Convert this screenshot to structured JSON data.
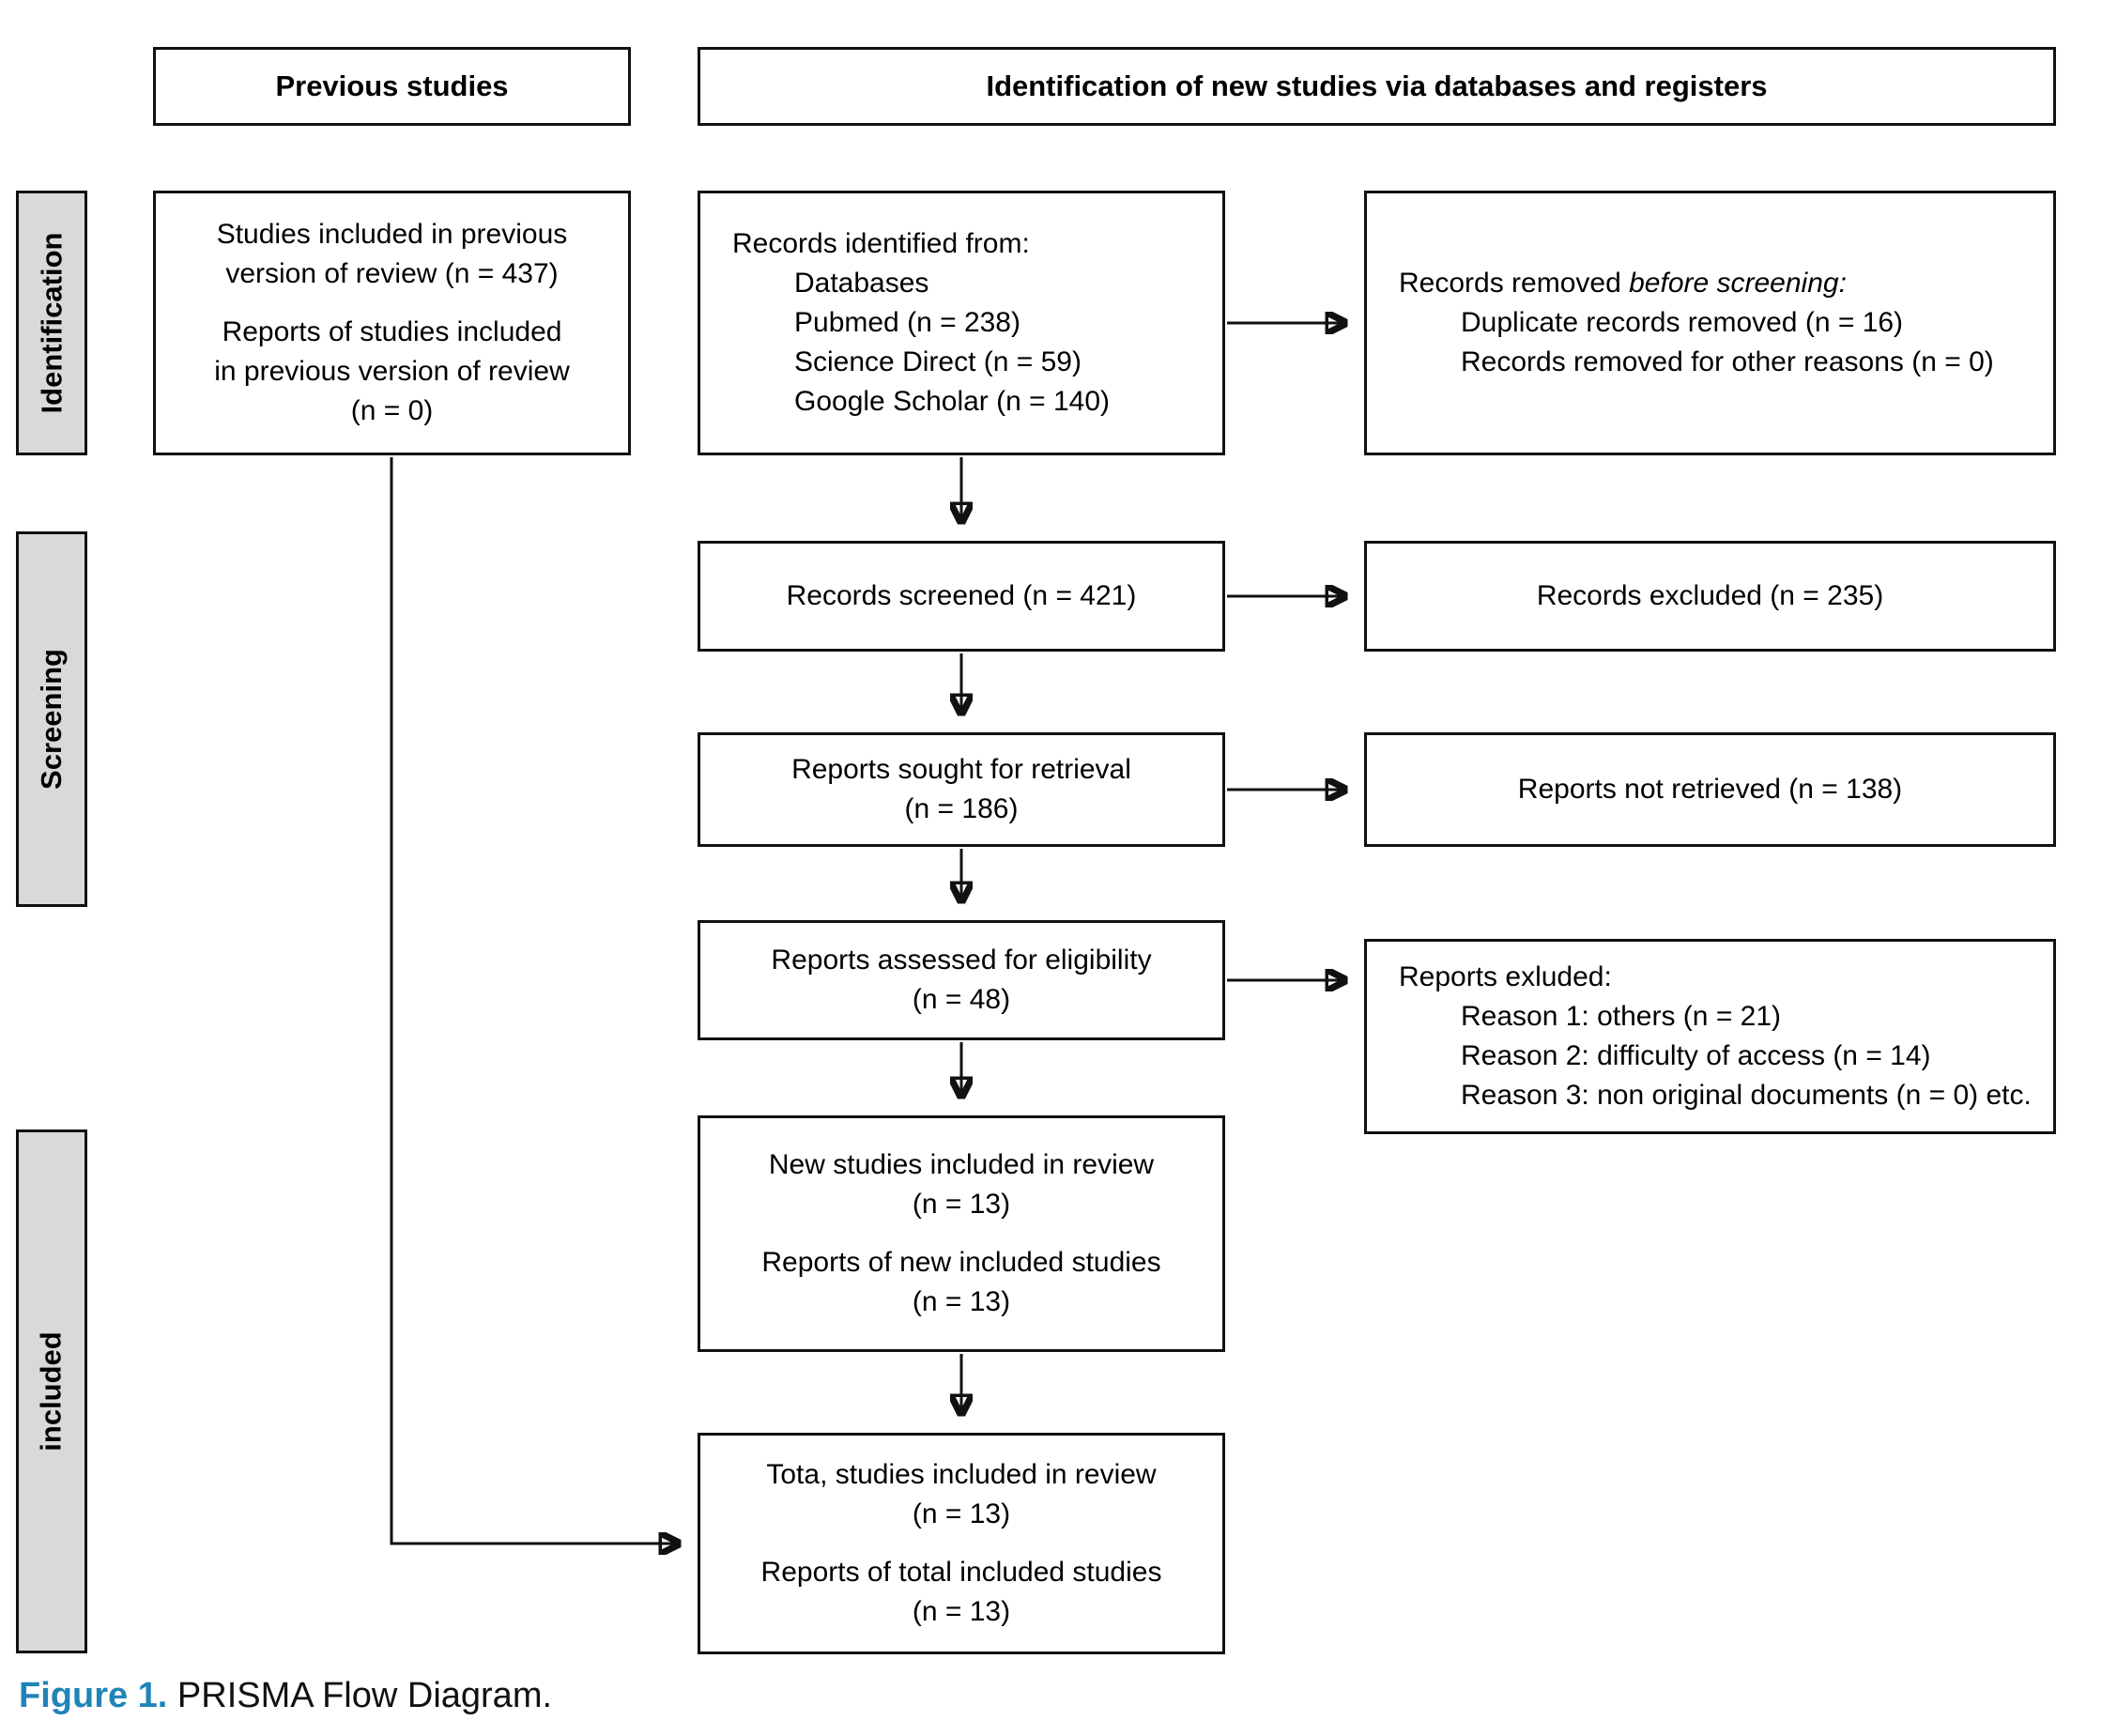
{
  "figure": {
    "caption_label": "Figure 1.",
    "caption_text": " PRISMA Flow Diagram.",
    "caption_accent_color": "#2084b8"
  },
  "headers": {
    "previous": "Previous studies",
    "main": "Identification of new studies via databases and registers"
  },
  "sidebar": {
    "identification": "Identification",
    "screening": "Screening",
    "included": "included"
  },
  "colors": {
    "box_border": "#111111",
    "sidebar_fill": "#d9d9d9",
    "text": "#000000"
  },
  "boxes": {
    "previous_included": {
      "para1": [
        "Studies included in previous",
        "version of review (n = 437)"
      ],
      "para2": [
        "Reports of studies included",
        "in previous version of review",
        "(n = 0)"
      ]
    },
    "records_identified": {
      "title": "Records identified from:",
      "items": [
        "Databases",
        "Pubmed (n = 238)",
        "Science Direct (n = 59)",
        "Google Scholar (n = 140)"
      ]
    },
    "records_removed": {
      "title_normal": "Records removed ",
      "title_italic": "before screening:",
      "items": [
        "Duplicate records removed (n = 16)",
        "Records removed for other reasons (n = 0)"
      ]
    },
    "records_screened": {
      "label": "Records screened (n = 421)"
    },
    "records_excluded": {
      "label": "Records excluded (n = 235)"
    },
    "reports_sought": {
      "lines": [
        "Reports sought for retrieval",
        "(n = 186)"
      ]
    },
    "reports_not_retrieved": {
      "label": "Reports not retrieved (n = 138)"
    },
    "reports_assessed": {
      "lines": [
        "Reports assessed for eligibility",
        "(n = 48)"
      ]
    },
    "reports_excluded": {
      "title": "Reports exluded:",
      "items": [
        "Reason 1: others (n = 21)",
        "Reason 2: difficulty of access (n = 14)",
        "Reason 3: non original documents (n = 0) etc."
      ]
    },
    "new_studies": {
      "para1": [
        "New studies included in review",
        "(n = 13)"
      ],
      "para2": [
        "Reports of new included studies",
        "(n = 13)"
      ]
    },
    "total_studies": {
      "para1": [
        "Tota, studies included in review",
        "(n = 13)"
      ],
      "para2": [
        "Reports of total included studies",
        "(n = 13)"
      ]
    }
  }
}
